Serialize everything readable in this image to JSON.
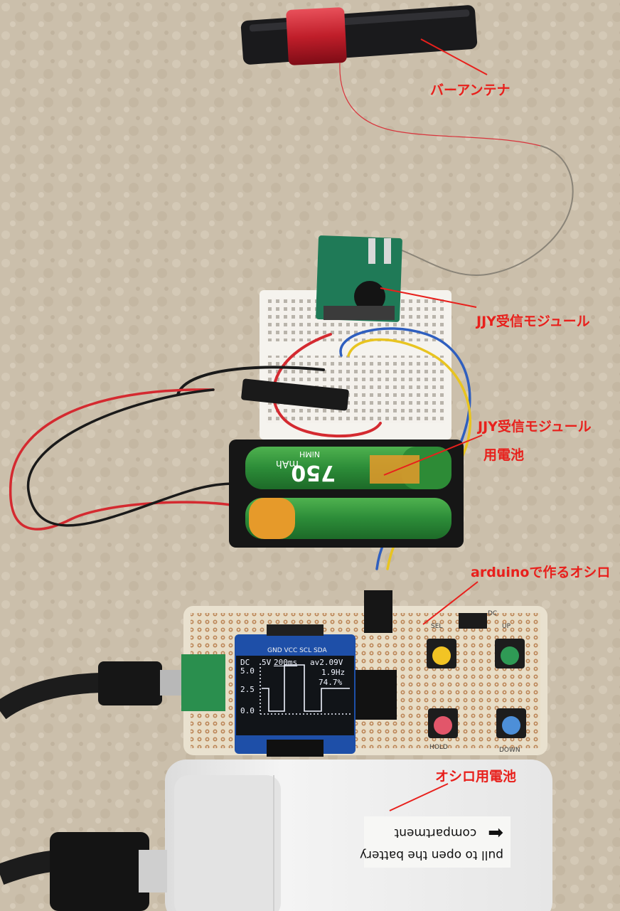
{
  "labels": {
    "bar_antenna": "バーアンテナ",
    "jjy_module": "JJY受信モジュール",
    "jjy_battery_line1": "JJY受信モジュール",
    "jjy_battery_line2": "用電池",
    "oscilloscope": "arduinoで作るオシロ",
    "osc_battery": "オシロ用電池"
  },
  "battery": {
    "capacity": "750",
    "unit": "mAh",
    "brand": "NiMH"
  },
  "oled": {
    "header_pins": "GND VCC SCL SDA",
    "mode": "DC",
    "range": "5V",
    "timebase": "200ms",
    "average": "av2.09V",
    "frequency": "1.9Hz",
    "duty": "74.7%",
    "y_labels": [
      "5.0",
      "2.5",
      "0.0"
    ]
  },
  "board": {
    "btn_sel": "SEL",
    "btn_up": "UP",
    "btn_hold": "HOLD",
    "btn_down": "DOWN",
    "dc_label": "DC"
  },
  "sticker": {
    "line1": "pull to open the battery",
    "line2": "compartment",
    "arrow": "➡"
  },
  "colors": {
    "label_red": "#e8201c",
    "carpet": "#c8bca8",
    "pcb": "#e9e1cf",
    "oled_bg": "#111418",
    "btn_yellow": "#f2c424",
    "btn_green": "#2f9a55",
    "btn_red": "#e2566a",
    "btn_blue": "#4d8fd8"
  }
}
